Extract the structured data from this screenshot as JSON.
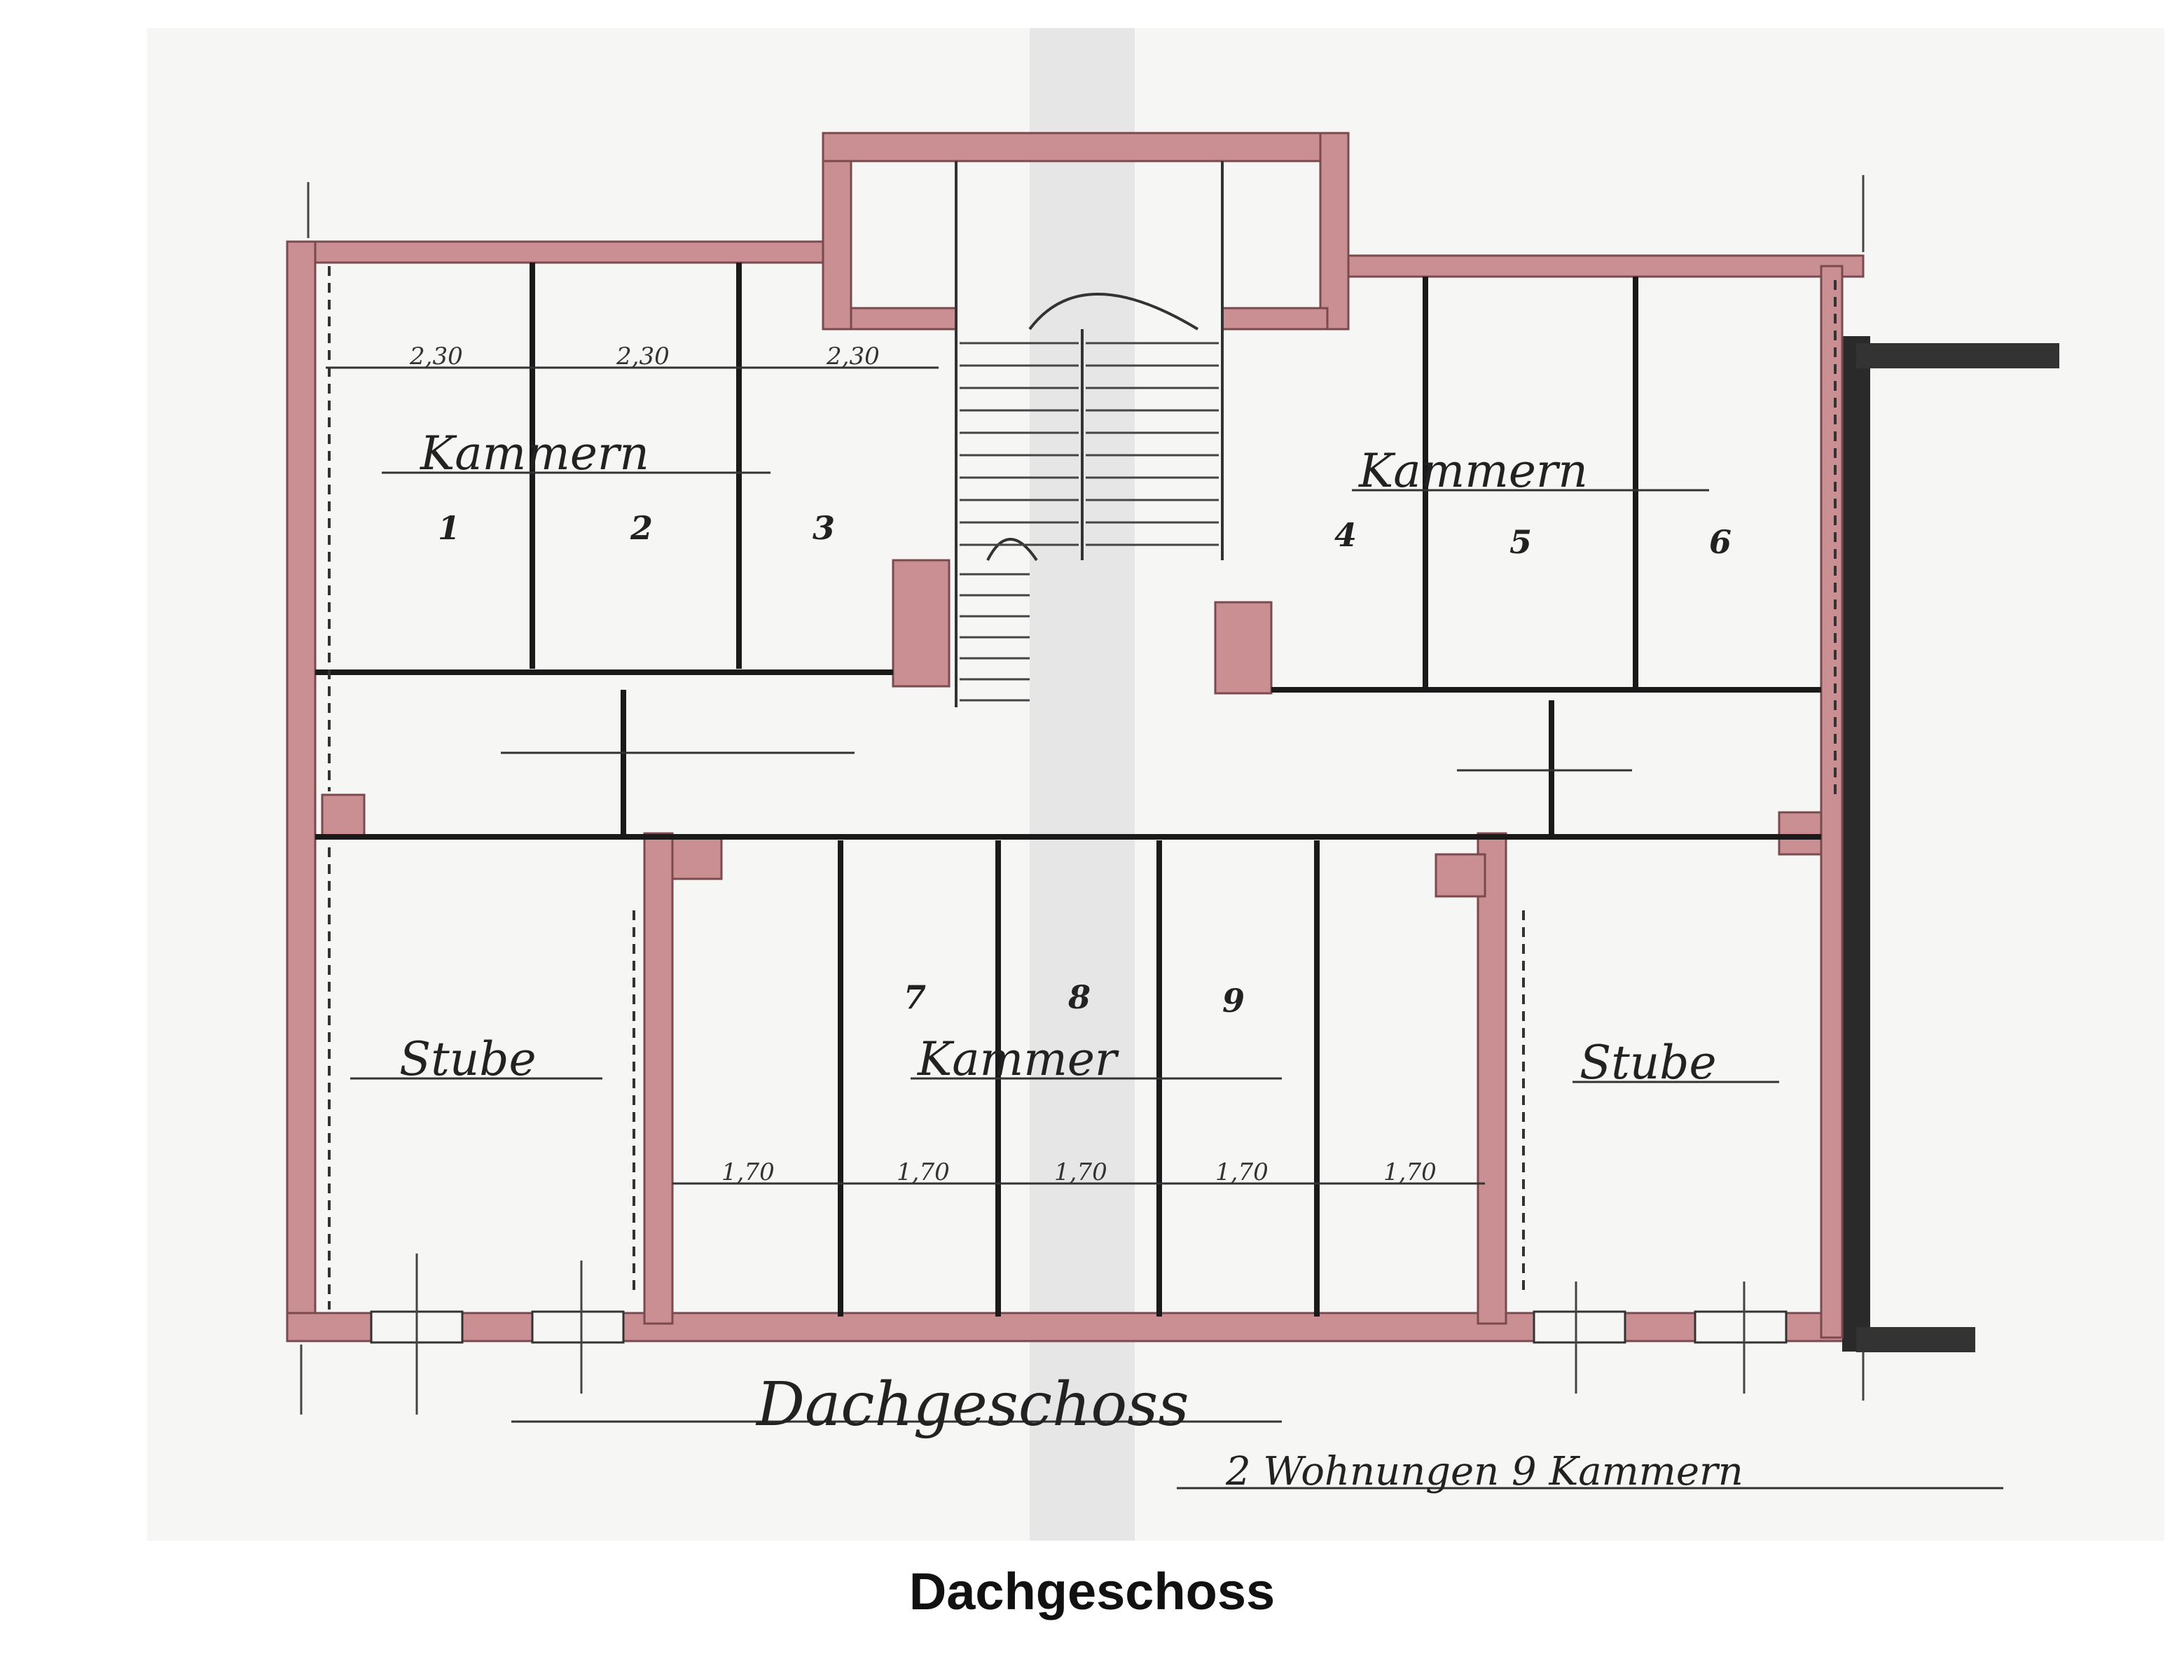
{
  "caption": "Dachgeschoss",
  "plan": {
    "heading": "Dachgeschoss",
    "subheading": "2 Wohnungen 9 Kammern",
    "labels": {
      "kammern_left": "Kammern",
      "kammern_right": "Kammern",
      "kammer_bottom": "Kammer",
      "stube_left": "Stube",
      "stube_right": "Stube"
    },
    "room_numbers": [
      "1",
      "2",
      "3",
      "4",
      "5",
      "6",
      "7",
      "8",
      "9"
    ],
    "dimensions_top": [
      "2,30",
      "2,30",
      "2,30"
    ],
    "dimensions_bottom": [
      "1,70",
      "1,70",
      "1,70",
      "1,70",
      "1,70"
    ]
  },
  "colors": {
    "wall": "#c98f93",
    "wall_edge": "#7a4a4e",
    "ink": "#1a1a1a",
    "fold_band": "#dedede"
  }
}
